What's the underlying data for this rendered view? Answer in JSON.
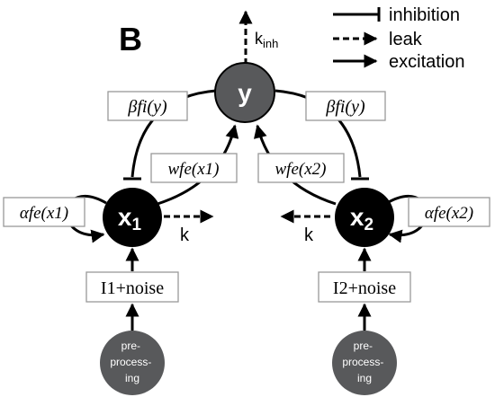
{
  "panel_label": "B",
  "legend": {
    "inhibition": "inhibition",
    "leak": "leak",
    "excitation": "excitation"
  },
  "nodes": {
    "y": "y",
    "x1_base": "x",
    "x1_sub": "1",
    "x2_base": "x",
    "x2_sub": "2",
    "pre1": [
      "pre-",
      "process-",
      "ing"
    ],
    "pre2": [
      "pre-",
      "process-",
      "ing"
    ]
  },
  "labels": {
    "kinh_base": "k",
    "kinh_sub": "inh",
    "k_left": "k",
    "k_right": "k"
  },
  "boxes": {
    "beta_fi_y": "βfi(y)",
    "w_fe_x1": "wfe(x1)",
    "w_fe_x2": "wfe(x2)",
    "alpha_fe_x1": "αfe(x1)",
    "alpha_fe_x2": "αfe(x2)",
    "I1_noise": "I1+noise",
    "I2_noise": "I2+noise"
  },
  "colors": {
    "y_node": "#58595b",
    "x_node": "#000000",
    "pre_node": "#58595b",
    "box_border": "#999999"
  }
}
